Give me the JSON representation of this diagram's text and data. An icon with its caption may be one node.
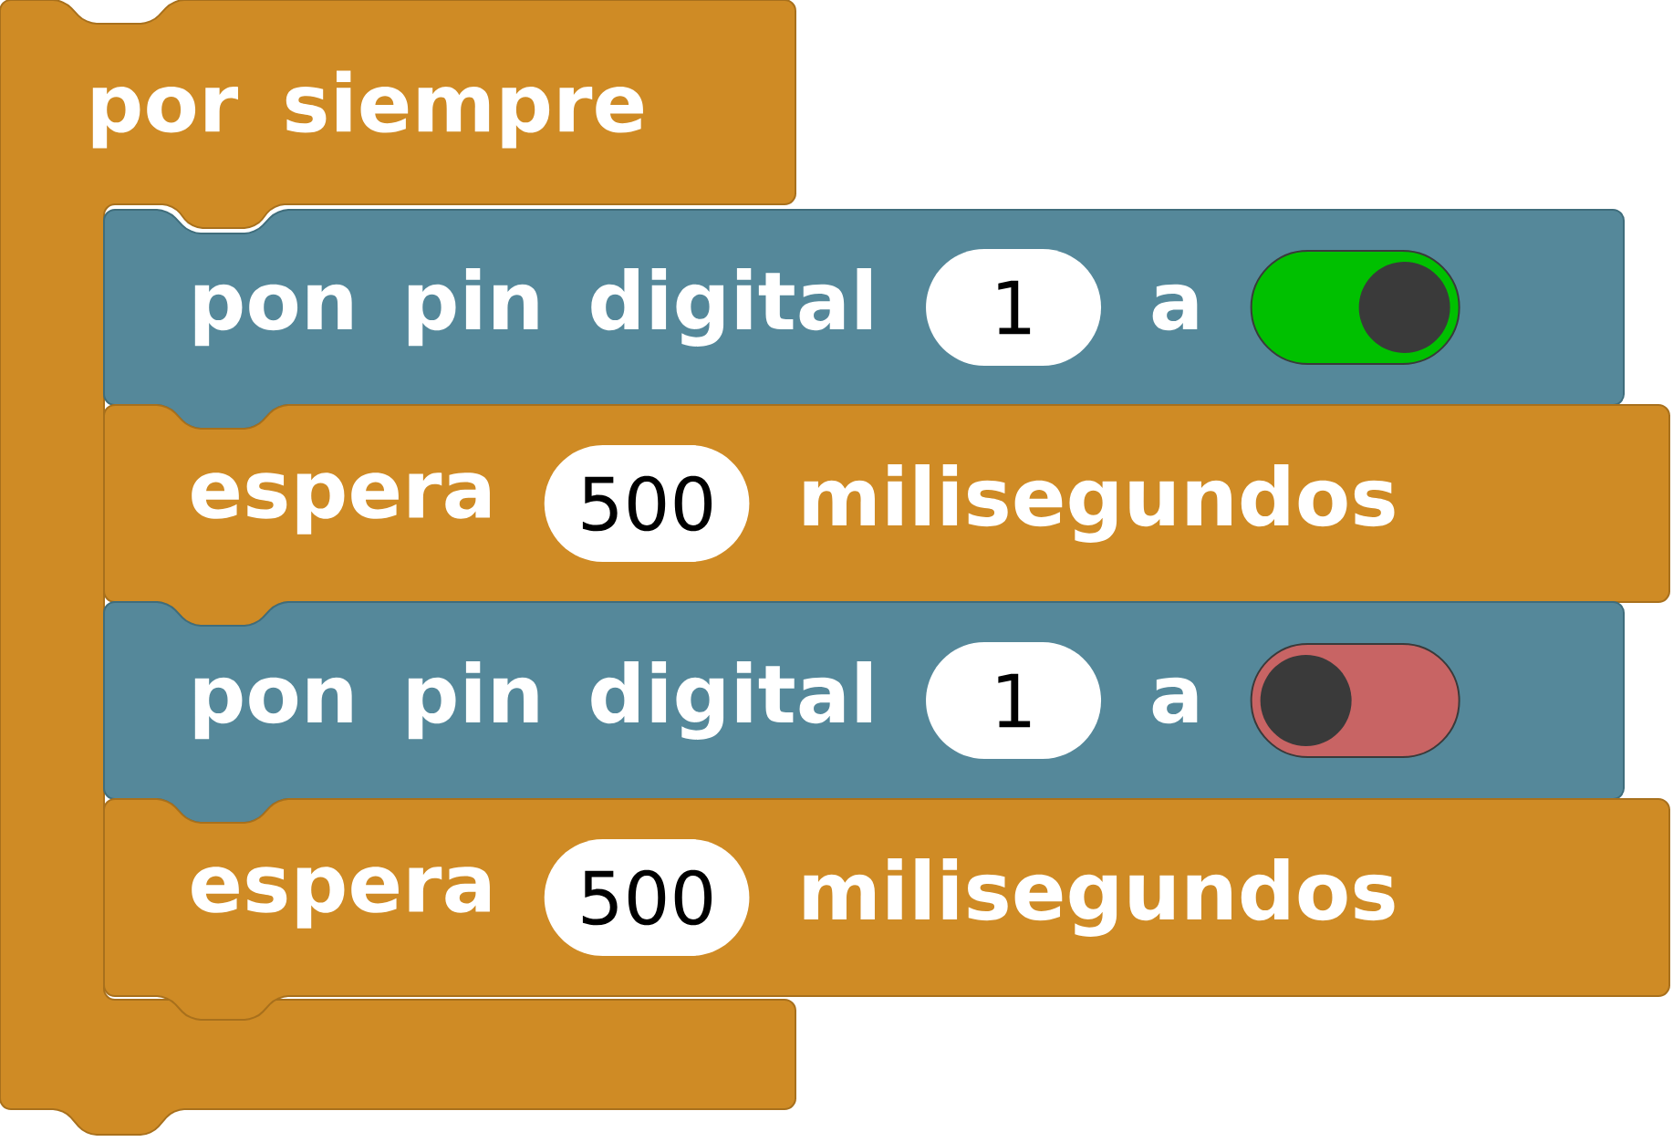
{
  "diagram": {
    "nodes": [
      {
        "text": [
          "por siempre"
        ]
      },
      {
        "text": [
          "pon pin digital",
          "a"
        ]
      },
      {
        "text": [
          "1"
        ],
        "in": 1
      },
      {
        "text": [
          "espera",
          "milisegundos"
        ]
      },
      {
        "text": [
          "500"
        ],
        "in": 3
      },
      {
        "text": [
          "pon pin digital",
          "a"
        ]
      },
      {
        "text": [
          "1"
        ],
        "in": 5
      },
      {
        "text": [
          "espera",
          "milisegundos"
        ]
      },
      {
        "text": [
          "500"
        ],
        "in": 7
      }
    ]
  }
}
